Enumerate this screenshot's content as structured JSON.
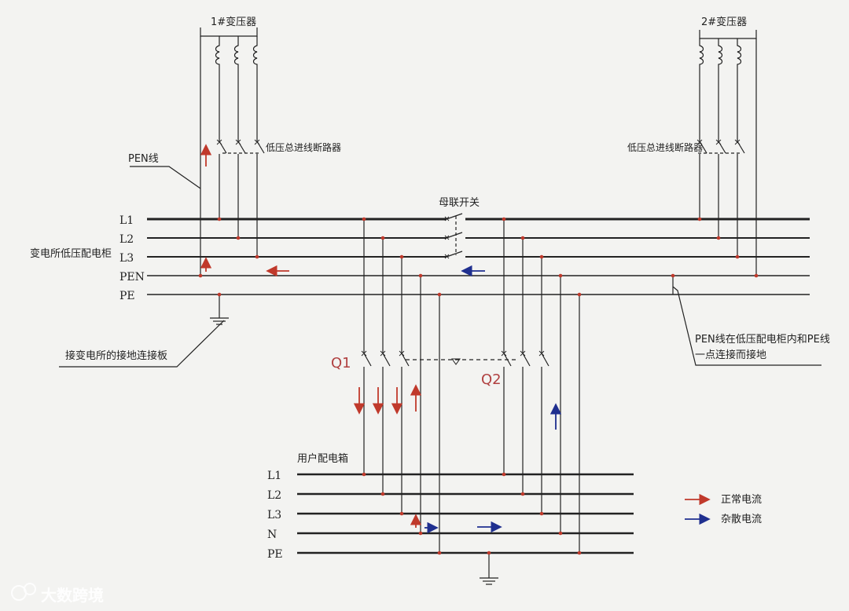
{
  "transformer1": "1#变压器",
  "transformer2": "2#变压器",
  "breaker_left": "低压总进线断路器",
  "breaker_right": "低压总进线断路器",
  "pen_line": "PEN线",
  "bus_coupler": "母联开关",
  "substation_panel": "变电所低压配电柜",
  "bus_labels": [
    "L1",
    "L2",
    "L3",
    "PEN",
    "PE"
  ],
  "grounding_note": "接变电所的接地连接板",
  "pen_pe_note_line1": "PEN线在低压配电柜内和PE线",
  "pen_pe_note_line2": "一点连接而接地",
  "q1": "Q1",
  "q2": "Q2",
  "user_box": "用户配电箱",
  "user_bus_labels": [
    "L1",
    "L2",
    "L3",
    "N",
    "PE"
  ],
  "legend": [
    {
      "label": "正常电流",
      "color": "#c0392b"
    },
    {
      "label": "杂散电流",
      "color": "#1f2f8f"
    }
  ],
  "watermark": "大数跨境",
  "colors": {
    "normal_current": "#c0392b",
    "stray_current": "#1f2f8f",
    "junction": "#c0392b"
  }
}
